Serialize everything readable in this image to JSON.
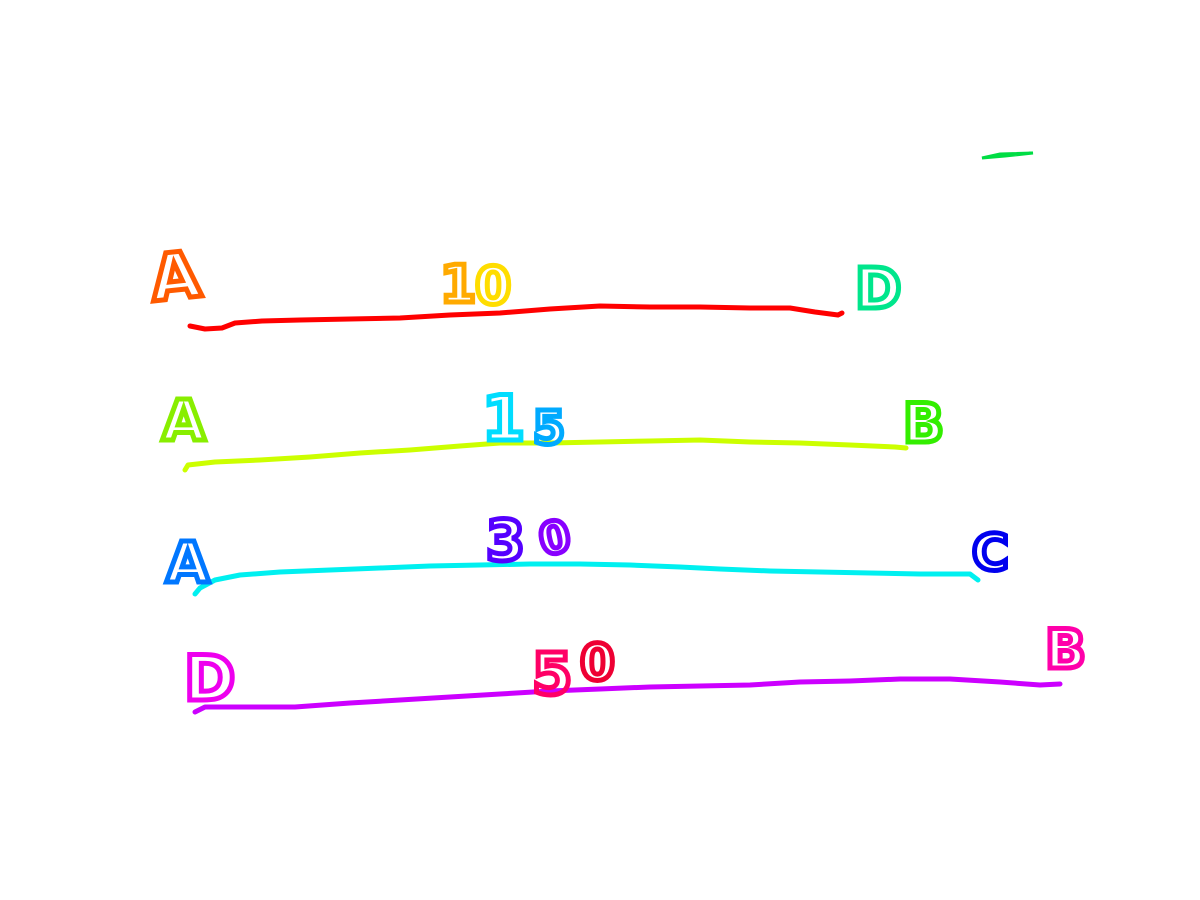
{
  "segments": [
    {
      "start_label": "A",
      "length_label": "10",
      "end_label": "D",
      "line_color": "#ff0000",
      "start_color": "#ff5a00",
      "length_colors": [
        "#ffaa00",
        "#ffdd00"
      ],
      "end_color": "#00e68c"
    },
    {
      "start_label": "A",
      "length_label": "15",
      "end_label": "B",
      "line_color": "#ccff00",
      "start_color": "#88ee00",
      "length_colors": [
        "#00ddff",
        "#00aaff"
      ],
      "end_color": "#33ee00"
    },
    {
      "start_label": "A",
      "length_label": "30",
      "end_label": "C",
      "line_color": "#00f0f0",
      "start_color": "#0077ff",
      "length_colors": [
        "#5500ff",
        "#8800ff"
      ],
      "end_color": "#0000ee"
    },
    {
      "start_label": "D",
      "length_label": "50",
      "end_label": "B",
      "line_color": "#cc00ff",
      "start_color": "#ee00ee",
      "length_colors": [
        "#ff0066",
        "#ee0033"
      ],
      "end_color": "#ff00aa"
    }
  ],
  "stray_mark_color": "#00dd44"
}
